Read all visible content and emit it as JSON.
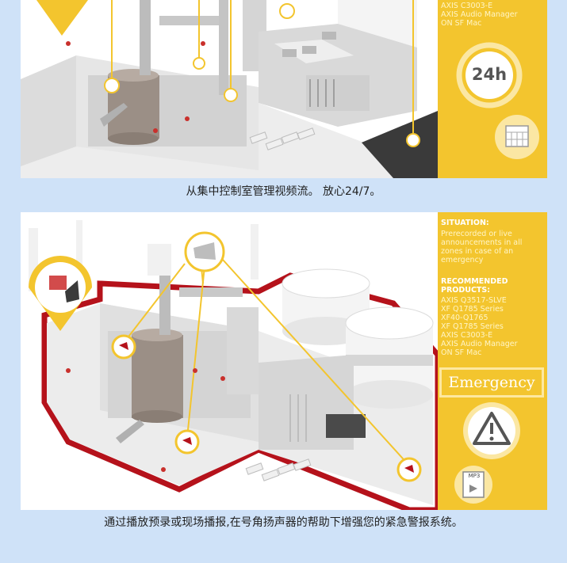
{
  "panel_top": {
    "sidebar": {
      "products_tail": "AXIS C3003-E\nAXIS Audio Manager\nON SF Mac",
      "badge_24h": "24h"
    },
    "caption": "从集中控制室管理视频流。 放心24/7。"
  },
  "panel_bottom": {
    "sidebar": {
      "situation_heading": "SITUATION:",
      "situation_text": "Prerecorded or live\nannouncements in all\nzones in case of an\nemergency",
      "recommended_heading": "RECOMMENDED\nPRODUCTS:",
      "products": "AXIS Q3517-SLVE\nXF Q1785 Series\nXF40-Q1765\nXF Q1785 Series\nAXIS C3003-E\nAXIS Audio Manager\nON SF Mac",
      "emergency_label": "Emergency",
      "mp3_label": "MP3"
    },
    "caption": "通过播放预录或现场播报,在号角扬声器的帮助下增强您的紧急警报系统。"
  },
  "colors": {
    "page_bg": "#cfe2f8",
    "accent_yellow": "#f3c52e",
    "zone_red": "#b5121b"
  },
  "icons": [
    "location-pin-icon",
    "clock-24h-icon",
    "calendar-icon",
    "warning-icon",
    "speaker-voice-icon",
    "mp3-player-icon"
  ]
}
